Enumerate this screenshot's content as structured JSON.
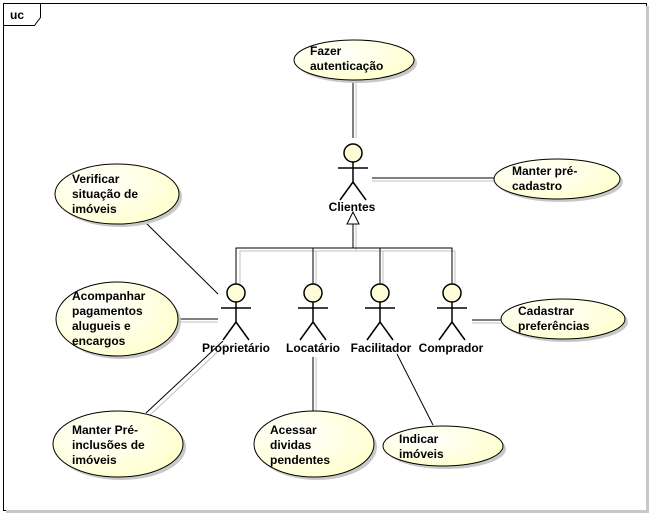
{
  "frame": {
    "label": "uc"
  },
  "actors": {
    "clientes": "Clientes",
    "proprietario": "Proprietário",
    "locatario": "Locatário",
    "facilitador": "Facilitador",
    "comprador": "Comprador"
  },
  "use_cases": {
    "fazer_autenticacao": [
      "Fazer",
      "autenticação"
    ],
    "manter_pre_cadastro": [
      "Manter pré-",
      "cadastro"
    ],
    "verificar_situacao": [
      "Verificar",
      "situação de",
      "imóveis"
    ],
    "acompanhar_pagamentos": [
      "Acompanhar",
      "pagamentos",
      "alugueis e",
      "encargos"
    ],
    "cadastrar_preferencias": [
      "Cadastrar",
      "preferências"
    ],
    "manter_pre_inclusoes": [
      "Manter Pré-",
      "inclusões de",
      "imóveis"
    ],
    "acessar_dividas": [
      "Acessar",
      "dividas",
      "pendentes"
    ],
    "indicar_imoveis": [
      "Indicar",
      "imóveis"
    ]
  },
  "colors": {
    "use_case_fill": "#ffffdd",
    "line": "#000000",
    "shadow": "#c0c0c0"
  }
}
